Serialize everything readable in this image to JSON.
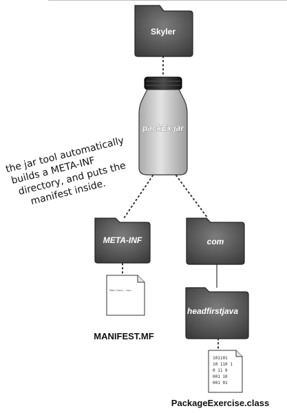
{
  "diagram": {
    "root_folder": {
      "label": "Skyler"
    },
    "jar": {
      "label": "packEx.jar"
    },
    "meta_inf_folder": {
      "label": "META-INF"
    },
    "com_folder": {
      "label": "com"
    },
    "package_folder": {
      "label": "headfirstjava"
    },
    "manifest_file": {
      "label": "MANIFEST.MF",
      "content": "Main-Class: ...tiny..."
    },
    "class_file": {
      "label": "PackageExercise.class",
      "binary_lines": [
        "101101",
        "10 110 1",
        "0 11 0",
        "001 10",
        "001 01"
      ]
    },
    "annotation": {
      "lines": [
        "the jar tool automatically",
        "builds a META-INF",
        "directory, and puts the",
        "manifest inside."
      ]
    },
    "colors": {
      "folder_fill": "#5b5b5b",
      "folder_tab": "#7a7a7a",
      "jar_body": "#cfcfcf",
      "jar_lid": "#1e1e1e"
    }
  }
}
